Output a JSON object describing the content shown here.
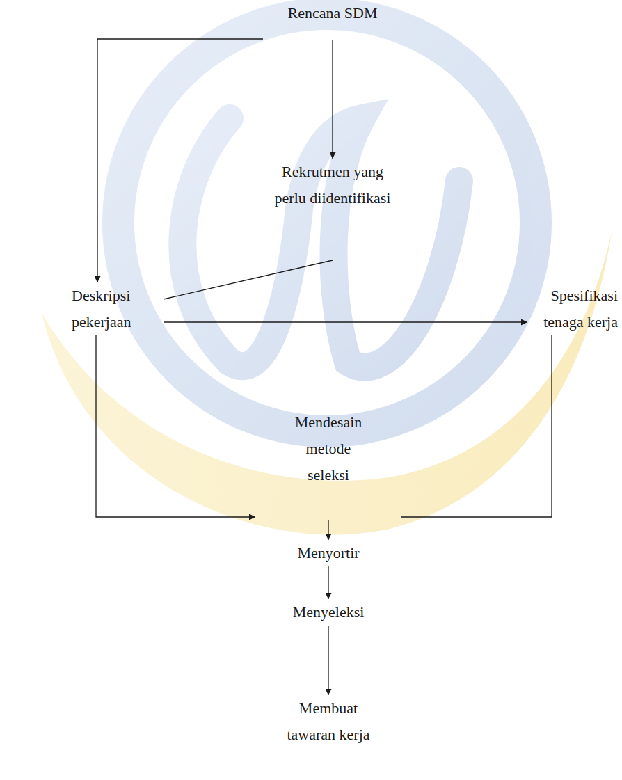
{
  "diagram": {
    "nodes": [
      {
        "text": [
          "Rencana SDM"
        ]
      },
      {
        "text": [
          "Rekrutmen yang perlu diidentifikasi"
        ]
      },
      {
        "text": [
          "Deskripsi pekerjaan"
        ]
      },
      {
        "text": [
          "Spesifikasi tenaga kerja"
        ]
      },
      {
        "text": [
          "Mendesain metode seleksi"
        ]
      },
      {
        "text": [
          "Menyortir"
        ]
      },
      {
        "text": [
          "Menyeleksi"
        ]
      },
      {
        "text": [
          "Membuat tawaran kerja"
        ]
      }
    ],
    "edges": [
      {
        "from": 0,
        "to": 1,
        "arrow": "to"
      },
      {
        "from": 0,
        "to": 2,
        "arrow": "to"
      },
      {
        "from": 1,
        "to": 2,
        "arrow": "none"
      },
      {
        "from": 2,
        "to": 3,
        "arrow": "to"
      },
      {
        "from": 2,
        "to": 4,
        "arrow": "to"
      },
      {
        "from": 3,
        "to": 4,
        "arrow": "none"
      },
      {
        "from": 4,
        "to": 5,
        "arrow": "to"
      },
      {
        "from": 5,
        "to": 6,
        "arrow": "to"
      },
      {
        "from": 6,
        "to": 7,
        "arrow": "to"
      }
    ]
  }
}
